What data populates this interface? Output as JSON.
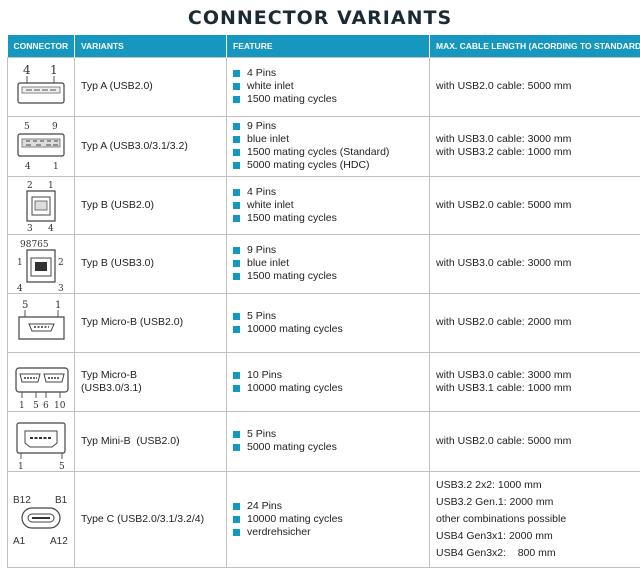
{
  "title": "CONNECTOR VARIANTS",
  "headers": {
    "connector": "CONNECTOR",
    "variants": "VARIANTS",
    "feature": "FEATURE",
    "length": "MAX. CABLE LENGTH (ACORDING TO STANDARD)"
  },
  "rows": [
    {
      "pins": [
        "4",
        "1"
      ],
      "variant": [
        "Typ A (USB2.0)"
      ],
      "features": [
        "4 Pins",
        "white inlet",
        "1500 mating cycles"
      ],
      "lengths": [
        "with USB2.0 cable: 5000 mm"
      ]
    },
    {
      "pins": [
        "5",
        "9",
        "4",
        "1"
      ],
      "variant": [
        "Typ A (USB3.0/3.1/3.2)"
      ],
      "features": [
        "9 Pins",
        "blue inlet",
        "1500 mating cycles (Standard)",
        "5000 mating cycles (HDC)"
      ],
      "lengths": [
        "with USB3.0 cable: 3000 mm",
        "with USB3.2 cable: 1000 mm"
      ]
    },
    {
      "pins": [
        "2",
        "1",
        "3",
        "4"
      ],
      "variant": [
        "Typ B (USB2.0)"
      ],
      "features": [
        "4 Pins",
        "white inlet",
        "1500 mating cycles"
      ],
      "lengths": [
        "with USB2.0 cable: 5000 mm"
      ]
    },
    {
      "pins": [
        "98765",
        "1",
        "2",
        "4",
        "3"
      ],
      "variant": [
        "Typ B (USB3.0)"
      ],
      "features": [
        "9 Pins",
        "blue inlet",
        "1500 mating cycles"
      ],
      "lengths": [
        "with USB3.0 cable: 3000 mm"
      ]
    },
    {
      "pins": [
        "5",
        "1"
      ],
      "variant": [
        "Typ Micro-B (USB2.0)"
      ],
      "features": [
        "5 Pins",
        "10000 mating cycles"
      ],
      "lengths": [
        "with USB2.0 cable: 2000 mm"
      ]
    },
    {
      "pins": [
        "1",
        "5",
        "6",
        "10"
      ],
      "variant": [
        "Typ Micro-B",
        "(USB3.0/3.1)"
      ],
      "features": [
        "10 Pins",
        "10000 mating cycles"
      ],
      "lengths": [
        "with USB3.0 cable: 3000 mm",
        "with USB3.1 cable: 1000 mm"
      ]
    },
    {
      "pins": [
        "1",
        "5"
      ],
      "variant": [
        "Typ Mini-B  (USB2.0)"
      ],
      "features": [
        "5 Pins",
        "5000 mating cycles"
      ],
      "lengths": [
        "with USB2.0 cable: 5000 mm"
      ]
    },
    {
      "pins": [
        "B12",
        "B1",
        "A1",
        "A12"
      ],
      "variant": [
        "Type C (USB2.0/3.1/3.2/4)"
      ],
      "features": [
        "24 Pins",
        "10000 mating cycles",
        "verdrehsicher"
      ],
      "lengths": [
        "USB3.2 2x2: 1000 mm",
        "USB3.2 Gen.1: 2000 mm",
        "other combinations possible",
        "USB4 Gen3x1: 2000 mm",
        "USB4 Gen3x2:    800 mm"
      ]
    }
  ],
  "colors": {
    "accent": "#1597bf",
    "title": "#1b2a33"
  }
}
